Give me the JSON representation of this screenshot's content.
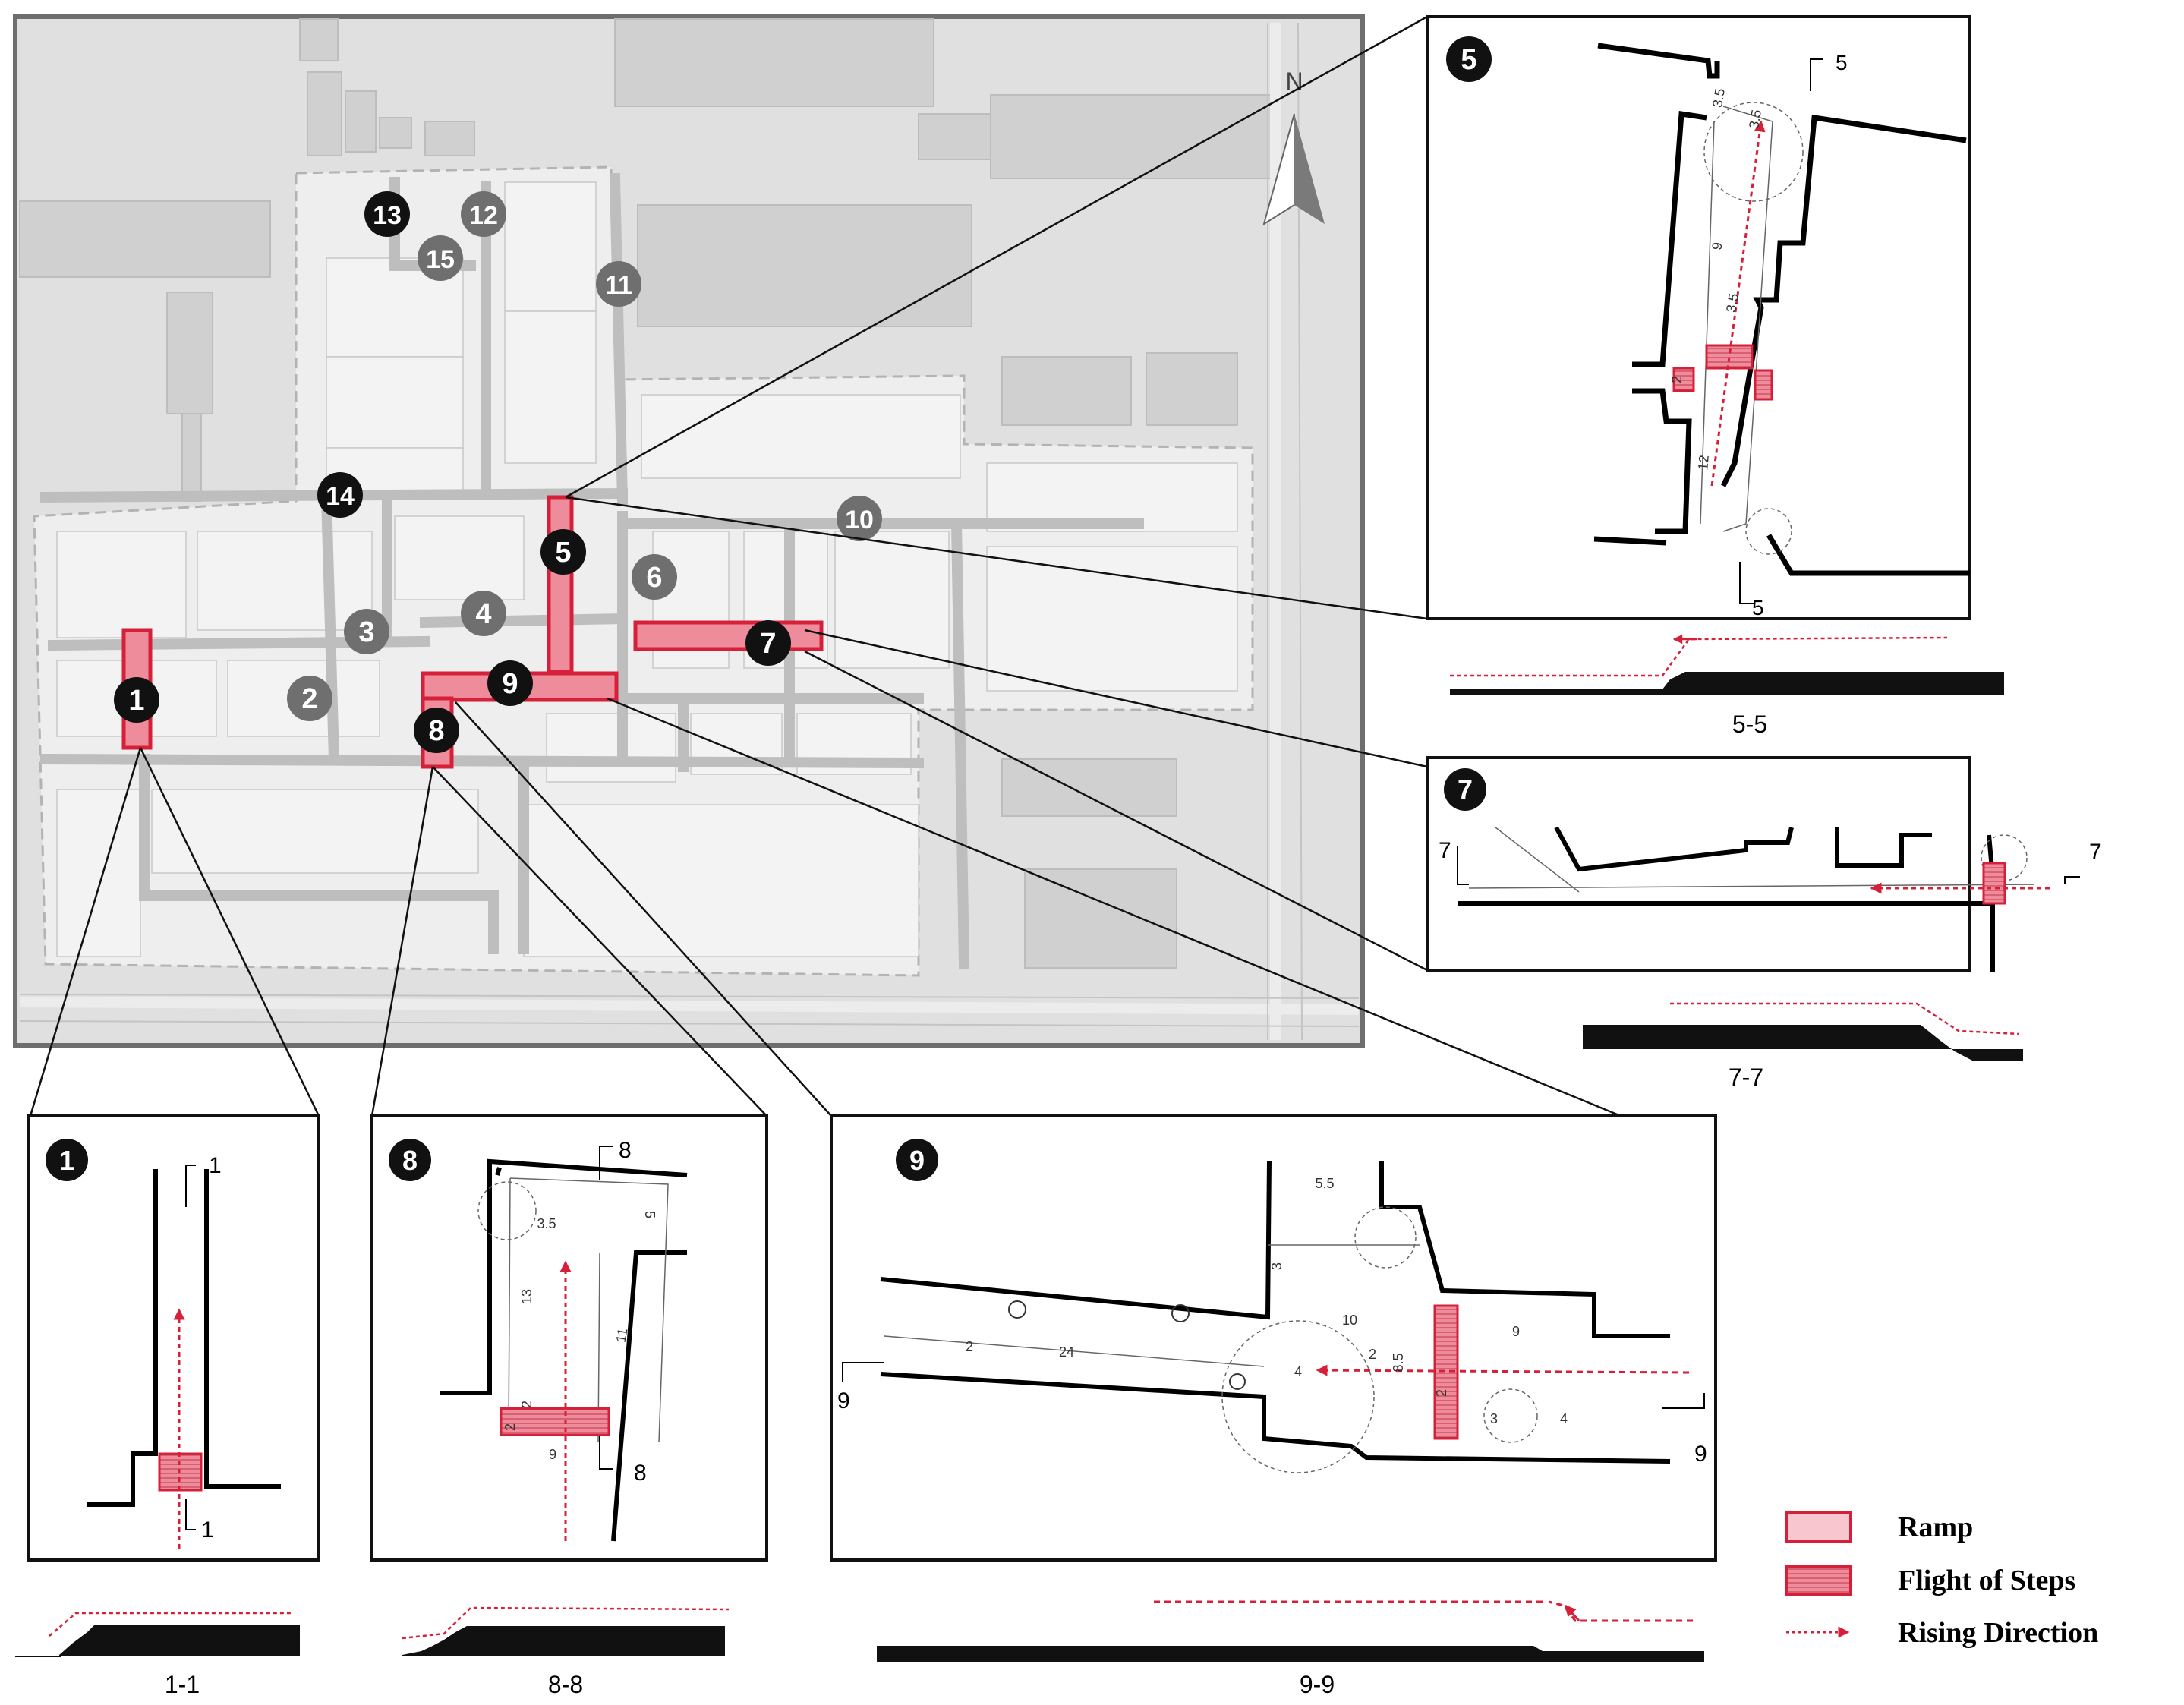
{
  "map": {
    "north_label": "N",
    "markers": [
      {
        "n": "1",
        "style": "black"
      },
      {
        "n": "2",
        "style": "grey"
      },
      {
        "n": "3",
        "style": "grey"
      },
      {
        "n": "4",
        "style": "grey"
      },
      {
        "n": "5",
        "style": "black"
      },
      {
        "n": "6",
        "style": "grey"
      },
      {
        "n": "7",
        "style": "black"
      },
      {
        "n": "8",
        "style": "black"
      },
      {
        "n": "9",
        "style": "black"
      },
      {
        "n": "10",
        "style": "grey"
      },
      {
        "n": "11",
        "style": "grey"
      },
      {
        "n": "12",
        "style": "grey"
      },
      {
        "n": "13",
        "style": "black"
      },
      {
        "n": "14",
        "style": "black"
      },
      {
        "n": "15",
        "style": "grey"
      }
    ]
  },
  "details": {
    "p5": {
      "num": "5",
      "section_mark": "5",
      "section_title": "5-5",
      "dims": [
        "3.5",
        "3.5",
        "9",
        "3.5",
        "2",
        "12"
      ]
    },
    "p7": {
      "num": "7",
      "section_mark": "7",
      "section_title": "7-7"
    },
    "p1": {
      "num": "1",
      "section_mark": "1",
      "section_title": "1-1"
    },
    "p8": {
      "num": "8",
      "section_mark": "8",
      "section_title": "8-8",
      "dims": [
        "3.5",
        "5",
        "13",
        "11",
        "2",
        "2",
        "9"
      ]
    },
    "p9": {
      "num": "9",
      "section_mark": "9",
      "section_title": "9-9",
      "dims": [
        "5.5",
        "3",
        "10",
        "9",
        "2",
        "24",
        "4",
        "2",
        "8.5",
        "2",
        "3",
        "4"
      ]
    }
  },
  "legend": {
    "ramp": "Ramp",
    "steps": "Flight of Steps",
    "rising": "Rising Direction"
  },
  "colors": {
    "accent_red": "#d6203a",
    "ramp_fill": "#f7c6cf",
    "steps_fill": "#ef8c9c",
    "map_bg": "#e0e0e0",
    "marker_black": "#111111",
    "marker_grey": "#6f6f6f"
  }
}
